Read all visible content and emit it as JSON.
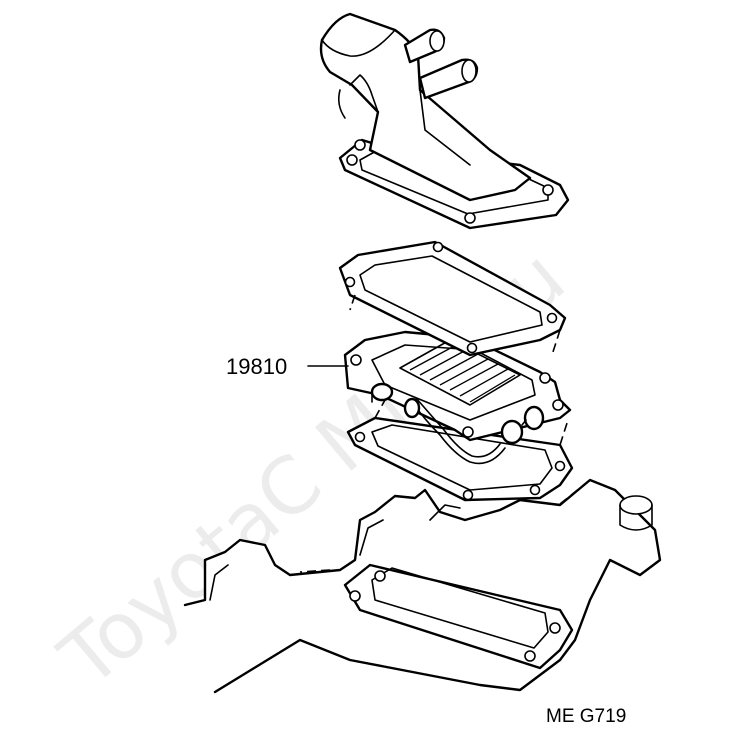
{
  "diagram": {
    "part_callout": "19810",
    "drawing_code": "ME  G719",
    "watermark": "ToyotaC Mine.ru"
  },
  "colors": {
    "line": "#000000",
    "background": "#ffffff"
  }
}
